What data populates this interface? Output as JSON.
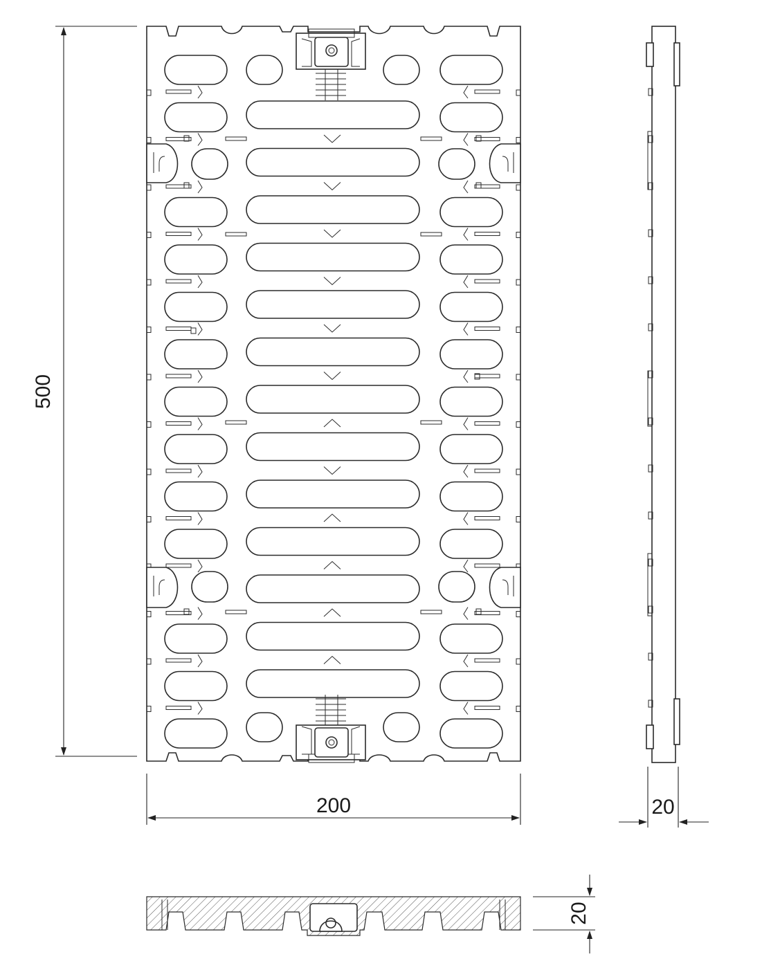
{
  "dimensions": {
    "length": "500",
    "width": "200",
    "side_thickness": "20",
    "section_height": "20"
  }
}
